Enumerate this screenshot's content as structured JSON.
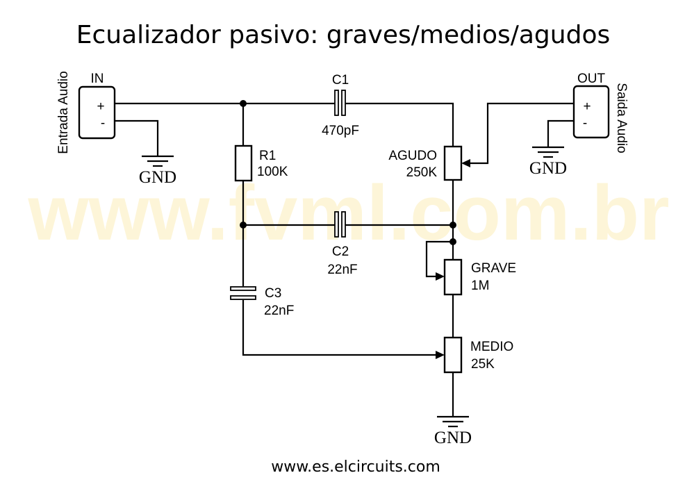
{
  "title": "Ecualizador pasivo: graves/medios/agudos",
  "watermark": "www.fvml.com.br",
  "footer": "www.es.elcircuits.com",
  "colors": {
    "ink": "#000000",
    "watermark": "#fdf5d8",
    "background": "#ffffff"
  },
  "connectors": {
    "input": {
      "name": "IN",
      "side_label": "Entrada Audio",
      "plus": "+",
      "minus": "-"
    },
    "output": {
      "name": "OUT",
      "side_label": "Saida Audio",
      "plus": "+",
      "minus": "-"
    }
  },
  "components": {
    "c1": {
      "ref": "C1",
      "value": "470pF"
    },
    "c2": {
      "ref": "C2",
      "value": "22nF"
    },
    "c3": {
      "ref": "C3",
      "value": "22nF"
    },
    "r1": {
      "ref": "R1",
      "value": "100K"
    },
    "agudo": {
      "ref": "AGUDO",
      "value": "250K"
    },
    "grave": {
      "ref": "GRAVE",
      "value": "1M"
    },
    "medio": {
      "ref": "MEDIO",
      "value": "25K"
    }
  },
  "ground_label": "GND"
}
